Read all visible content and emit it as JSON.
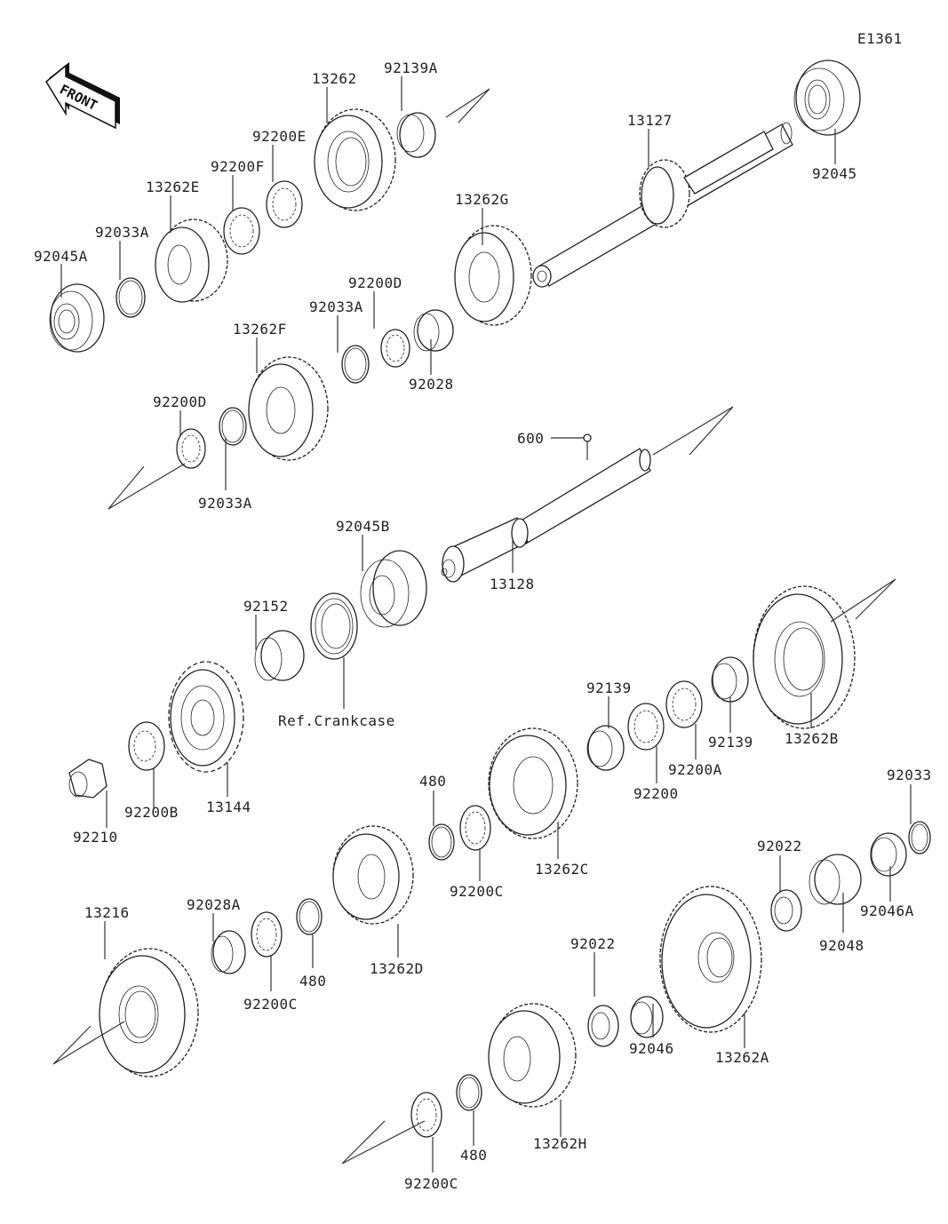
{
  "diagram": {
    "title": "Transmission",
    "figure_id": "E1361",
    "front_badge": "FRONT",
    "reference_label": "Ref.Crankcase",
    "callouts": [
      {
        "id": "c1",
        "part": "13262"
      },
      {
        "id": "c2",
        "part": "92139A"
      },
      {
        "id": "c3",
        "part": "92200E"
      },
      {
        "id": "c4",
        "part": "92200F"
      },
      {
        "id": "c5",
        "part": "13262E"
      },
      {
        "id": "c6",
        "part": "92033A"
      },
      {
        "id": "c7",
        "part": "92045A"
      },
      {
        "id": "c8",
        "part": "13127"
      },
      {
        "id": "c9",
        "part": "92045"
      },
      {
        "id": "c10",
        "part": "13262G"
      },
      {
        "id": "c11",
        "part": "92200D"
      },
      {
        "id": "c12",
        "part": "92033A"
      },
      {
        "id": "c13",
        "part": "13262F"
      },
      {
        "id": "c14",
        "part": "92028"
      },
      {
        "id": "c15",
        "part": "92200D"
      },
      {
        "id": "c16",
        "part": "92033A"
      },
      {
        "id": "c17",
        "part": "600"
      },
      {
        "id": "c18",
        "part": "92045B"
      },
      {
        "id": "c19",
        "part": "13128"
      },
      {
        "id": "c20",
        "part": "92152"
      },
      {
        "id": "c21",
        "part": "Ref.Crankcase"
      },
      {
        "id": "c22",
        "part": "13262B"
      },
      {
        "id": "c23",
        "part": "92139"
      },
      {
        "id": "c24",
        "part": "92139"
      },
      {
        "id": "c25",
        "part": "92200A"
      },
      {
        "id": "c26",
        "part": "92200"
      },
      {
        "id": "c27",
        "part": "13144"
      },
      {
        "id": "c28",
        "part": "92200B"
      },
      {
        "id": "c29",
        "part": "92210"
      },
      {
        "id": "c30",
        "part": "480"
      },
      {
        "id": "c31",
        "part": "92200C"
      },
      {
        "id": "c32",
        "part": "13262C"
      },
      {
        "id": "c33",
        "part": "92033"
      },
      {
        "id": "c34",
        "part": "92022"
      },
      {
        "id": "c35",
        "part": "92048"
      },
      {
        "id": "c36",
        "part": "92046A"
      },
      {
        "id": "c37",
        "part": "13216"
      },
      {
        "id": "c38",
        "part": "92028A"
      },
      {
        "id": "c39",
        "part": "92200C"
      },
      {
        "id": "c40",
        "part": "480"
      },
      {
        "id": "c41",
        "part": "13262D"
      },
      {
        "id": "c42",
        "part": "92022"
      },
      {
        "id": "c43",
        "part": "92046"
      },
      {
        "id": "c44",
        "part": "13262A"
      },
      {
        "id": "c45",
        "part": "480"
      },
      {
        "id": "c46",
        "part": "13262H"
      },
      {
        "id": "c47",
        "part": "92200C"
      }
    ]
  },
  "colors": {
    "line": "#222222",
    "background": "#ffffff"
  }
}
